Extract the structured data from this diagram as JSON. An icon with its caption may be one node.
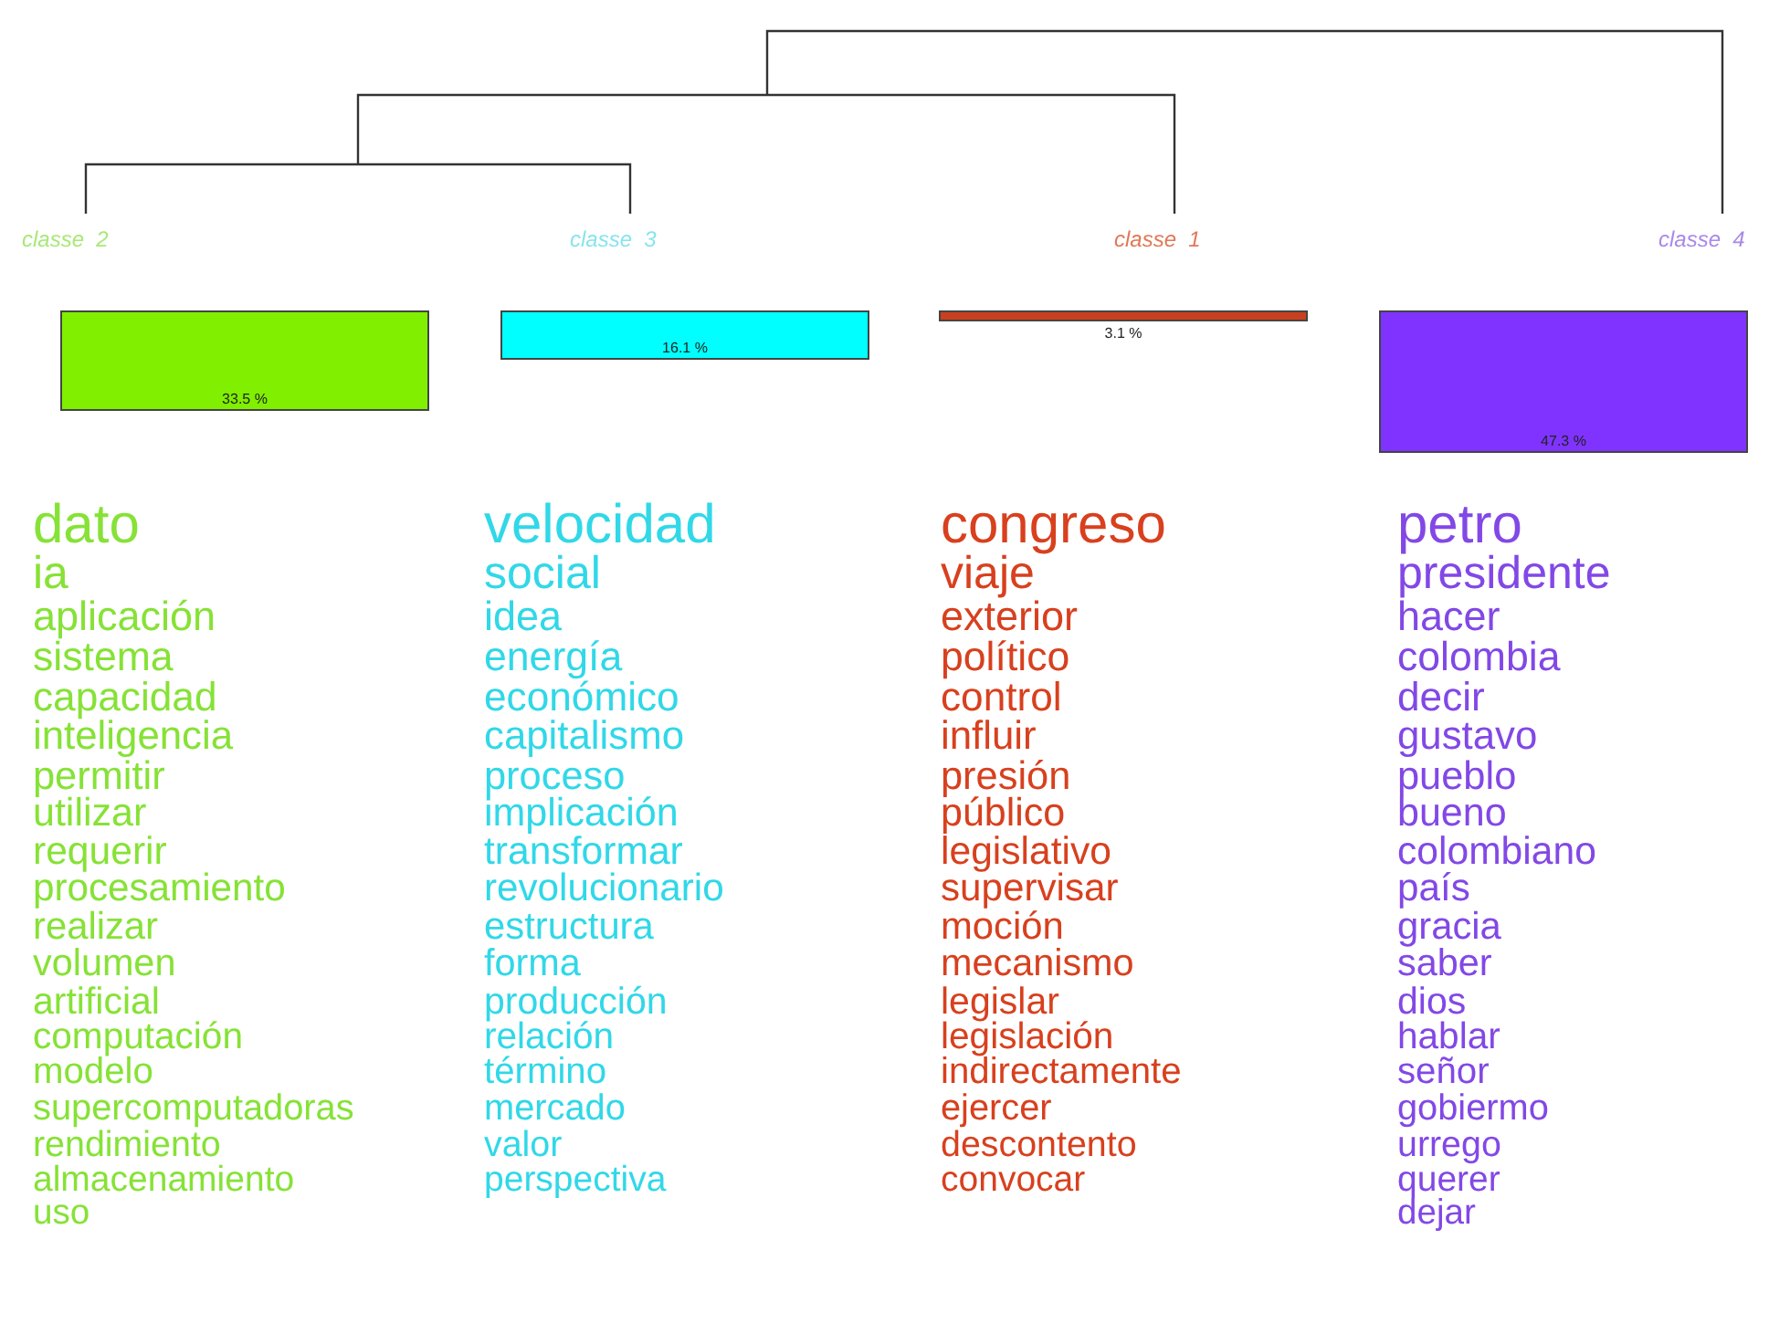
{
  "diagram": {
    "nodes": [
      {
        "text": [
          "33.5 %"
        ],
        "beside": [
          "classe  2",
          "dato",
          "ia",
          "aplicación",
          "sistema",
          "capacidad",
          "inteligencia",
          "permitir",
          "utilizar",
          "requerir",
          "procesamiento",
          "realizar",
          "volumen",
          "artificial",
          "computación",
          "modelo",
          "supercomputadoras",
          "rendimiento",
          "almacenamiento",
          "uso"
        ]
      },
      {
        "text": [
          "16.1 %"
        ],
        "beside": [
          "classe  3",
          "velocidad",
          "social",
          "idea",
          "energía",
          "económico",
          "capitalismo",
          "proceso",
          "implicación",
          "transformar",
          "revolucionario",
          "estructura",
          "forma",
          "producción",
          "relación",
          "término",
          "mercado",
          "valor",
          "perspectiva"
        ]
      },
      {
        "text": [
          "3.1 %"
        ],
        "beside": [
          "classe  1",
          "congreso",
          "viaje",
          "exterior",
          "político",
          "control",
          "influir",
          "presión",
          "público",
          "legislativo",
          "supervisar",
          "moción",
          "mecanismo",
          "legislar",
          "legislación",
          "indirectamente",
          "ejercer",
          "descontento",
          "convocar"
        ]
      },
      {
        "text": [
          "47.3 %"
        ],
        "beside": [
          "classe  4",
          "petro",
          "presidente",
          "hacer",
          "colombia",
          "decir",
          "gustavo",
          "pueblo",
          "bueno",
          "colombiano",
          "país",
          "gracia",
          "saber",
          "dios",
          "hablar",
          "señor",
          "gobiermo",
          "urrego",
          "querer",
          "dejar"
        ]
      }
    ],
    "edges": []
  }
}
